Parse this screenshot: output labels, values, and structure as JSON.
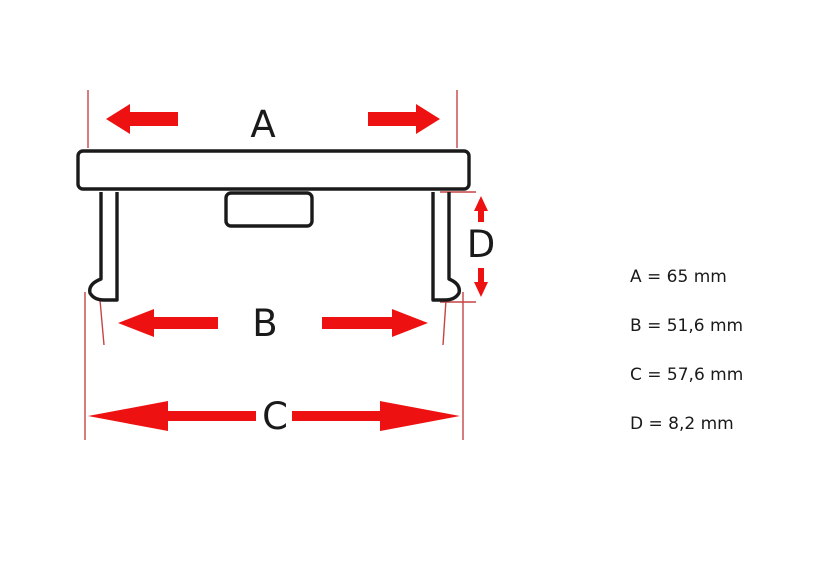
{
  "labels": {
    "a": "A",
    "b": "B",
    "c": "C",
    "d": "D"
  },
  "legend": [
    {
      "text": "A = 65 mm"
    },
    {
      "text": "B = 51,6 mm"
    },
    {
      "text": "C = 57,6 mm"
    },
    {
      "text": "D = 8,2 mm"
    }
  ],
  "colors": {
    "arrow": "#ee1111",
    "outline": "#1a1a1a",
    "guide": "#c44444"
  }
}
